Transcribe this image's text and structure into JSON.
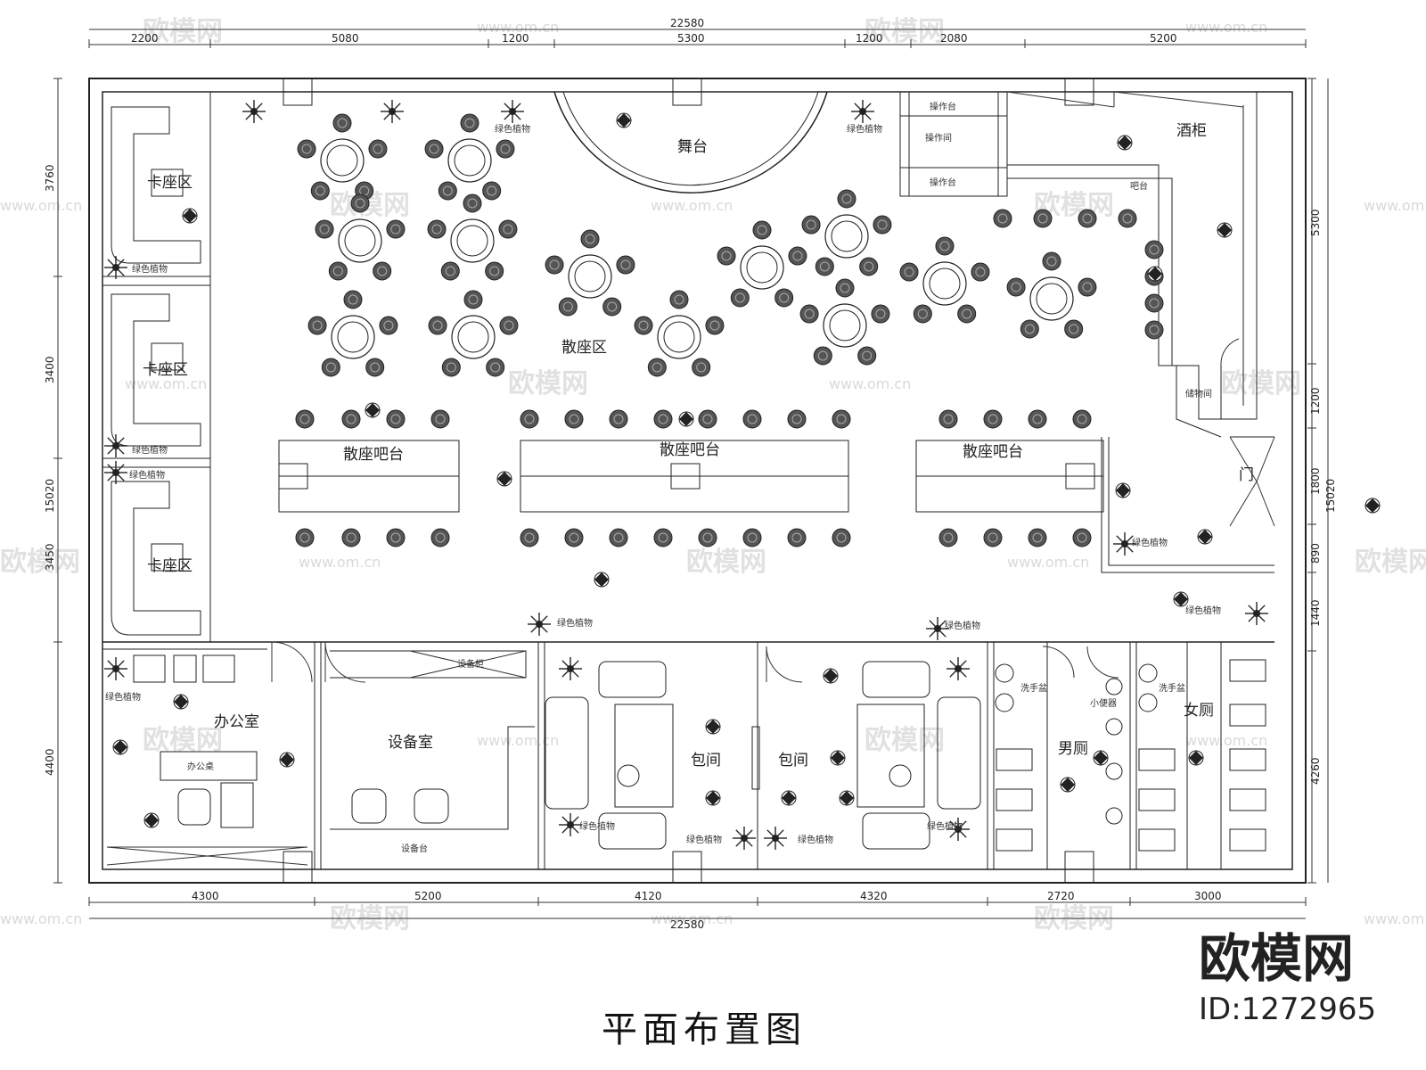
{
  "drawing": {
    "title": "平面布置图",
    "logo_text": "欧模网",
    "logo_id": "ID:1272965",
    "watermark_text": "欧模网",
    "watermark_url": "www.om.cn"
  },
  "dimensions": {
    "top_total": "22580",
    "top_segments": [
      "2200",
      "5080",
      "1200",
      "5300",
      "1200",
      "2080",
      "5200"
    ],
    "bottom_total": "22580",
    "bottom_segments": [
      "4300",
      "5200",
      "4120",
      "4320",
      "2720",
      "3000"
    ],
    "left_total": "15020",
    "left_segments": [
      "3760",
      "3400",
      "3450",
      "4400"
    ],
    "right_total": "15020",
    "right_segments": [
      "5300",
      "1200",
      "1800",
      "890",
      "1440",
      "4260"
    ]
  },
  "rooms": {
    "stage": "舞台",
    "operation_table_1": "操作台",
    "operation_room": "操作间",
    "operation_table_2": "操作台",
    "wine_cabinet": "酒柜",
    "bar": "吧台",
    "booth_1": "卡座区",
    "booth_2": "卡座区",
    "booth_3": "卡座区",
    "lounge": "散座区",
    "lounge_bar_1": "散座吧台",
    "lounge_bar_2": "散座吧台",
    "lounge_bar_3": "散座吧台",
    "storage": "储物间",
    "door": "门",
    "office": "办公室",
    "equipment": "设备室",
    "private_1": "包间",
    "private_2": "包间",
    "mens": "男厕",
    "womens": "女厕",
    "plant": "绿色植物",
    "wash_1": "洗手盆",
    "wash_2": "洗手盆",
    "urinal": "小便器",
    "desk": "办公桌",
    "equipment_desk": "设备台",
    "equipment_cabinet": "设备柜"
  },
  "icons": {
    "table": "round-table-icon",
    "chair": "bar-stool-icon",
    "plant": "plant-icon",
    "marker": "index-marker-icon",
    "sofa": "sofa-icon",
    "toilet": "toilet-icon"
  }
}
